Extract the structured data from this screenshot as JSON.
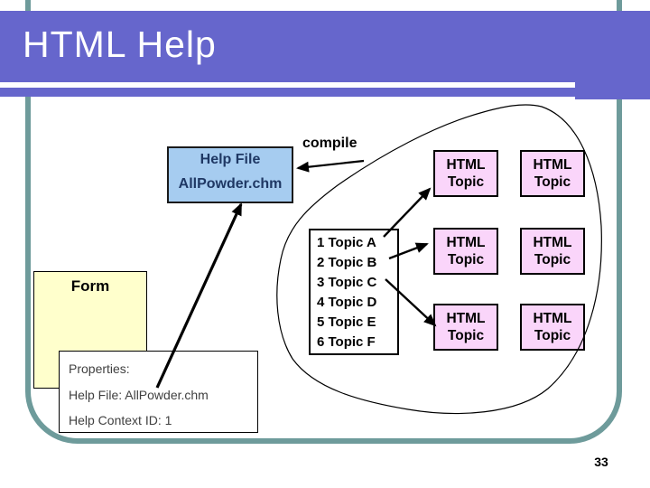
{
  "slide": {
    "title": "HTML Help",
    "page_number": "33"
  },
  "colors": {
    "header_blue": "#6666cc",
    "frame_teal": "#6e9b9b",
    "help_file_fill": "#a6ccf0",
    "help_file_text": "#1f3864",
    "form_fill": "#ffffcc",
    "topic_box_fill": "#fad5fa",
    "properties_text": "#404040",
    "line_black": "#000000"
  },
  "diagram": {
    "compile_label": "compile",
    "help_file_box": {
      "title": "Help File",
      "filename": "AllPowder.chm"
    },
    "form_box": {
      "label": "Form"
    },
    "properties_box": {
      "lines": [
        "Properties:",
        "Help File: AllPowder.chm",
        "Help Context ID: 1"
      ]
    },
    "topic_list": {
      "items": [
        "1 Topic A",
        "2 Topic B",
        "3 Topic C",
        "4 Topic D",
        "5 Topic E",
        "6 Topic F"
      ]
    },
    "topic_boxes": [
      {
        "line1": "HTML",
        "line2": "Topic"
      },
      {
        "line1": "HTML",
        "line2": "Topic"
      },
      {
        "line1": "HTML",
        "line2": "Topic"
      },
      {
        "line1": "HTML",
        "line2": "Topic"
      },
      {
        "line1": "HTML",
        "line2": "Topic"
      },
      {
        "line1": "HTML",
        "line2": "Topic"
      }
    ]
  }
}
